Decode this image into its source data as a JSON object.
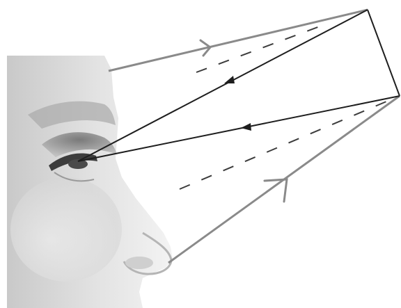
{
  "figure": {
    "caption": "",
    "colors": {
      "background": "#ffffff",
      "light_ray": "#8a8a8a",
      "reflected_ray": "#1e1e1e",
      "mirror": "#1e1e1e",
      "dashed_ray": "#3c3c3c",
      "skin_dark": "#c9c9c9",
      "skin_light": "#f1f1f1",
      "eye_shadow": "#5a5a5a"
    },
    "icons": [
      "face-profile-illustration",
      "arrowhead-open",
      "arrowhead-filled"
    ]
  }
}
